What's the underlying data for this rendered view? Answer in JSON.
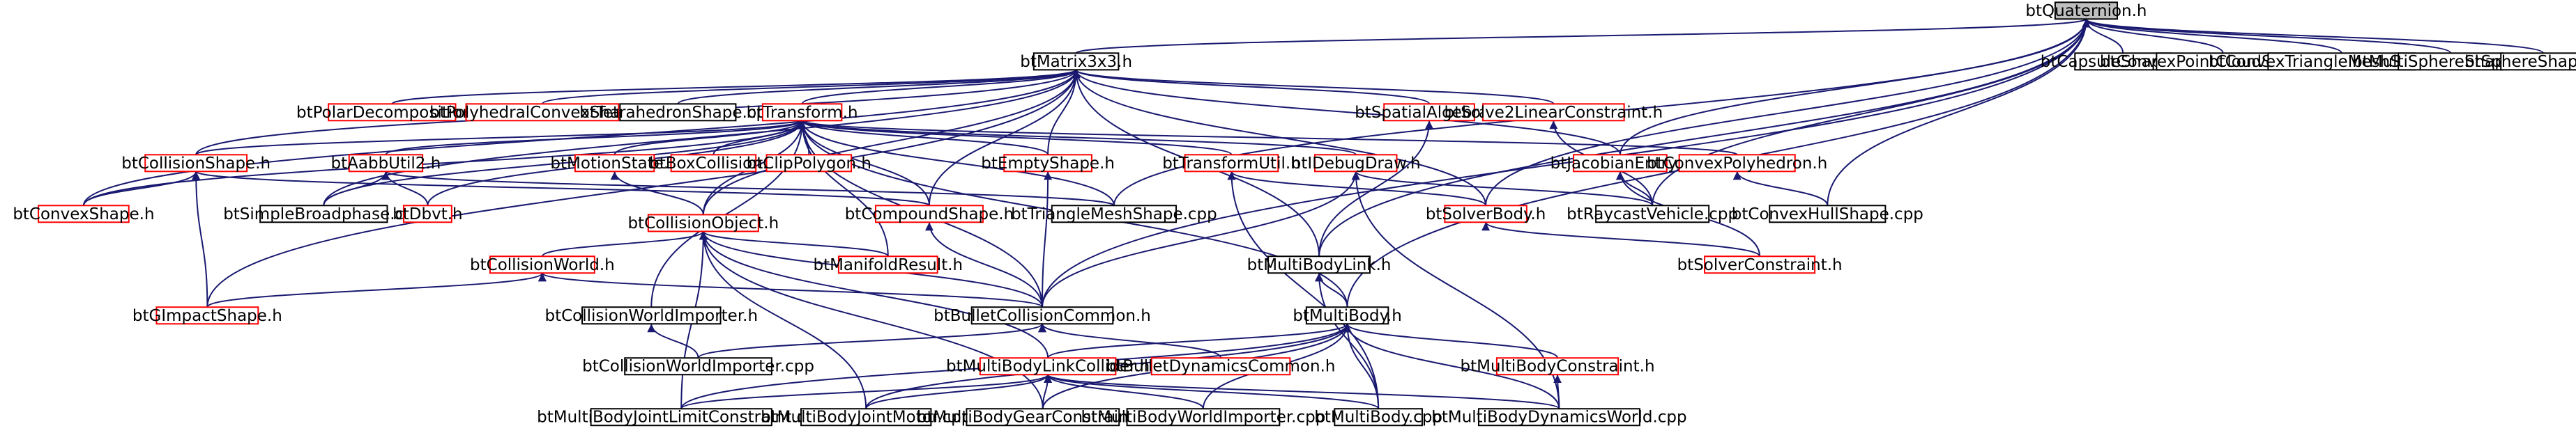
{
  "colors": {
    "edge": "#191970",
    "border_black": "#000000",
    "border_red": "#ff0000",
    "root_fill": "#bfbfbf",
    "background": "#ffffff"
  },
  "nodes": [
    {
      "id": "btQuaternion",
      "label": "btQuaternion.h",
      "border": "black"
    },
    {
      "id": "btMatrix3x3",
      "label": "btMatrix3x3.h",
      "border": "black"
    },
    {
      "id": "btCapsuleShape",
      "label": "btCapsuleShape.cpp",
      "border": "black"
    },
    {
      "id": "btConvexPointCloudShape",
      "label": "btConvexPointCloudShape.cpp",
      "border": "black"
    },
    {
      "id": "btConvexTriangleMeshShape",
      "label": "btConvexTriangleMeshShape.cpp",
      "border": "black"
    },
    {
      "id": "btMultiSphereShape",
      "label": "btMultiSphereShape.cpp",
      "border": "black"
    },
    {
      "id": "btSphereShape",
      "label": "btSphereShape.cpp",
      "border": "black"
    },
    {
      "id": "btPolarDecomposition",
      "label": "btPolarDecomposition.h",
      "border": "red"
    },
    {
      "id": "btPolyhedralConvexShape",
      "label": "btPolyhedralConvexShape.h",
      "border": "red"
    },
    {
      "id": "btTetrahedronShape",
      "label": "btTetrahedronShape.cpp",
      "border": "black"
    },
    {
      "id": "btTransform",
      "label": "btTransform.h",
      "border": "red"
    },
    {
      "id": "btSpatialAlgebra",
      "label": "btSpatialAlgebra.h",
      "border": "red"
    },
    {
      "id": "btSolve2LinearConstraint",
      "label": "btSolve2LinearConstraint.h",
      "border": "red"
    },
    {
      "id": "btCollisionShape",
      "label": "btCollisionShape.h",
      "border": "red"
    },
    {
      "id": "btAabbUtil2",
      "label": "btAabbUtil2.h",
      "border": "red"
    },
    {
      "id": "btMotionState",
      "label": "btMotionState.h",
      "border": "red"
    },
    {
      "id": "btBoxCollision",
      "label": "btBoxCollision.h",
      "border": "red"
    },
    {
      "id": "btClipPolygon",
      "label": "btClipPolygon.h",
      "border": "red"
    },
    {
      "id": "btEmptyShape",
      "label": "btEmptyShape.h",
      "border": "red"
    },
    {
      "id": "btTransformUtil",
      "label": "btTransformUtil.h",
      "border": "red"
    },
    {
      "id": "btIDebugDraw",
      "label": "btIDebugDraw.h",
      "border": "red"
    },
    {
      "id": "btJacobianEntry",
      "label": "btJacobianEntry.h",
      "border": "red"
    },
    {
      "id": "btConvexPolyhedron",
      "label": "btConvexPolyhedron.h",
      "border": "red"
    },
    {
      "id": "btConvexShape",
      "label": "btConvexShape.h",
      "border": "red"
    },
    {
      "id": "btSimpleBroadphase",
      "label": "btSimpleBroadphase.cpp",
      "border": "black"
    },
    {
      "id": "btDbvt",
      "label": "btDbvt.h",
      "border": "red"
    },
    {
      "id": "btCompoundShape",
      "label": "btCompoundShape.h",
      "border": "red"
    },
    {
      "id": "btTriangleMeshShape",
      "label": "btTriangleMeshShape.cpp",
      "border": "black"
    },
    {
      "id": "btSolverBody",
      "label": "btSolverBody.h",
      "border": "red"
    },
    {
      "id": "btRaycastVehicle",
      "label": "btRaycastVehicle.cpp",
      "border": "black"
    },
    {
      "id": "btConvexHullShape",
      "label": "btConvexHullShape.cpp",
      "border": "black"
    },
    {
      "id": "btCollisionObject",
      "label": "btCollisionObject.h",
      "border": "red"
    },
    {
      "id": "btCollisionWorld",
      "label": "btCollisionWorld.h",
      "border": "red"
    },
    {
      "id": "btManifoldResult",
      "label": "btManifoldResult.h",
      "border": "red"
    },
    {
      "id": "btMultiBodyLink",
      "label": "btMultiBodyLink.h",
      "border": "black"
    },
    {
      "id": "btSolverConstraint",
      "label": "btSolverConstraint.h",
      "border": "red"
    },
    {
      "id": "btGImpactShape",
      "label": "btGImpactShape.h",
      "border": "red"
    },
    {
      "id": "btCollisionWorldImporter_h",
      "label": "btCollisionWorldImporter.h",
      "border": "black"
    },
    {
      "id": "btBulletCollisionCommon",
      "label": "btBulletCollisionCommon.h",
      "border": "black"
    },
    {
      "id": "btMultiBody_h",
      "label": "btMultiBody.h",
      "border": "black"
    },
    {
      "id": "btCollisionWorldImporter_cpp",
      "label": "btCollisionWorldImporter.cpp",
      "border": "black"
    },
    {
      "id": "btMultiBodyLinkCollider",
      "label": "btMultiBodyLinkCollider.h",
      "border": "red"
    },
    {
      "id": "btBulletDynamicsCommon",
      "label": "btBulletDynamicsCommon.h",
      "border": "red"
    },
    {
      "id": "btMultiBodyConstraint",
      "label": "btMultiBodyConstraint.h",
      "border": "red"
    },
    {
      "id": "btMultiBodyJointLimitConstraint",
      "label": "btMultiBodyJointLimitConstraint.cpp",
      "border": "black"
    },
    {
      "id": "btMultiBodyJointMotor",
      "label": "btMultiBodyJointMotor.cpp",
      "border": "black"
    },
    {
      "id": "btMultiBodyGearConstraint",
      "label": "btMultiBodyGearConstraint.cpp",
      "border": "black"
    },
    {
      "id": "btMultiBodyWorldImporter",
      "label": "btMultiBodyWorldImporter.cpp",
      "border": "black"
    },
    {
      "id": "btMultiBody_cpp",
      "label": "btMultiBody.cpp",
      "border": "black"
    },
    {
      "id": "btMultiBodyDynamicsWorld",
      "label": "btMultiBodyDynamicsWorld.cpp",
      "border": "black"
    }
  ],
  "edges": [
    [
      "btQuaternion",
      "btMatrix3x3"
    ],
    [
      "btQuaternion",
      "btCapsuleShape"
    ],
    [
      "btQuaternion",
      "btConvexPointCloudShape"
    ],
    [
      "btQuaternion",
      "btConvexTriangleMeshShape"
    ],
    [
      "btQuaternion",
      "btMultiSphereShape"
    ],
    [
      "btQuaternion",
      "btSphereShape"
    ],
    [
      "btQuaternion",
      "btTriangleMeshShape"
    ],
    [
      "btQuaternion",
      "btSolverBody"
    ],
    [
      "btQuaternion",
      "btRaycastVehicle"
    ],
    [
      "btQuaternion",
      "btConvexHullShape"
    ],
    [
      "btQuaternion",
      "btMultiBodyLink"
    ],
    [
      "btQuaternion",
      "btBulletCollisionCommon"
    ],
    [
      "btQuaternion",
      "btMultiBody_h"
    ],
    [
      "btQuaternion",
      "btJacobianEntry"
    ],
    [
      "btMatrix3x3",
      "btPolarDecomposition"
    ],
    [
      "btMatrix3x3",
      "btPolyhedralConvexShape"
    ],
    [
      "btMatrix3x3",
      "btTetrahedronShape"
    ],
    [
      "btMatrix3x3",
      "btTransform"
    ],
    [
      "btMatrix3x3",
      "btSpatialAlgebra"
    ],
    [
      "btMatrix3x3",
      "btSolve2LinearConstraint"
    ],
    [
      "btMatrix3x3",
      "btJacobianEntry"
    ],
    [
      "btMatrix3x3",
      "btCollisionShape"
    ],
    [
      "btMatrix3x3",
      "btConvexShape"
    ],
    [
      "btMatrix3x3",
      "btSimpleBroadphase"
    ],
    [
      "btMatrix3x3",
      "btEmptyShape"
    ],
    [
      "btMatrix3x3",
      "btCompoundShape"
    ],
    [
      "btMatrix3x3",
      "btSolverBody"
    ],
    [
      "btMatrix3x3",
      "btMultiBodyLink"
    ],
    [
      "btMatrix3x3",
      "btGImpactShape"
    ],
    [
      "btMatrix3x3",
      "btCollisionObject"
    ],
    [
      "btTransform",
      "btCollisionShape"
    ],
    [
      "btTransform",
      "btAabbUtil2"
    ],
    [
      "btTransform",
      "btMotionState"
    ],
    [
      "btTransform",
      "btBoxCollision"
    ],
    [
      "btTransform",
      "btClipPolygon"
    ],
    [
      "btTransform",
      "btEmptyShape"
    ],
    [
      "btTransform",
      "btTransformUtil"
    ],
    [
      "btTransform",
      "btIDebugDraw"
    ],
    [
      "btTransform",
      "btConvexPolyhedron"
    ],
    [
      "btTransform",
      "btConvexShape"
    ],
    [
      "btTransform",
      "btSimpleBroadphase"
    ],
    [
      "btTransform",
      "btDbvt"
    ],
    [
      "btTransform",
      "btCompoundShape"
    ],
    [
      "btTransform",
      "btCollisionObject"
    ],
    [
      "btTransform",
      "btManifoldResult"
    ],
    [
      "btTransform",
      "btCollisionWorldImporter_h"
    ],
    [
      "btTransform",
      "btBulletCollisionCommon"
    ],
    [
      "btTransform",
      "btMultiBody_h"
    ],
    [
      "btTransform",
      "btTriangleMeshShape"
    ],
    [
      "btSpatialAlgebra",
      "btMultiBodyLink"
    ],
    [
      "btSolve2LinearConstraint",
      "btRaycastVehicle"
    ],
    [
      "btCollisionShape",
      "btConvexShape"
    ],
    [
      "btCollisionShape",
      "btCompoundShape"
    ],
    [
      "btCollisionShape",
      "btGImpactShape"
    ],
    [
      "btAabbUtil2",
      "btSimpleBroadphase"
    ],
    [
      "btAabbUtil2",
      "btDbvt"
    ],
    [
      "btAabbUtil2",
      "btTriangleMeshShape"
    ],
    [
      "btMotionState",
      "btCollisionObject"
    ],
    [
      "btEmptyShape",
      "btBulletCollisionCommon"
    ],
    [
      "btTransformUtil",
      "btSolverBody"
    ],
    [
      "btTransformUtil",
      "btMultiBody_cpp"
    ],
    [
      "btIDebugDraw",
      "btRaycastVehicle"
    ],
    [
      "btIDebugDraw",
      "btBulletCollisionCommon"
    ],
    [
      "btIDebugDraw",
      "btMultiBodyDynamicsWorld"
    ],
    [
      "btJacobianEntry",
      "btRaycastVehicle"
    ],
    [
      "btJacobianEntry",
      "btSolverConstraint"
    ],
    [
      "btConvexPolyhedron",
      "btConvexHullShape"
    ],
    [
      "btSolverBody",
      "btSolverConstraint"
    ],
    [
      "btCompoundShape",
      "btBulletCollisionCommon"
    ],
    [
      "btCollisionObject",
      "btCollisionWorld"
    ],
    [
      "btCollisionObject",
      "btManifoldResult"
    ],
    [
      "btCollisionObject",
      "btBulletCollisionCommon"
    ],
    [
      "btCollisionObject",
      "btMultiBodyLinkCollider"
    ],
    [
      "btCollisionObject",
      "btMultiBodyJointLimitConstraint"
    ],
    [
      "btCollisionObject",
      "btMultiBodyJointMotor"
    ],
    [
      "btCollisionObject",
      "btMultiBodyGearConstraint"
    ],
    [
      "btCollisionWorld",
      "btGImpactShape"
    ],
    [
      "btCollisionWorld",
      "btBulletCollisionCommon"
    ],
    [
      "btCollisionWorldImporter_h",
      "btCollisionWorldImporter_cpp"
    ],
    [
      "btMultiBodyLink",
      "btMultiBody_h"
    ],
    [
      "btMultiBodyLink",
      "btMultiBody_cpp"
    ],
    [
      "btBulletCollisionCommon",
      "btCollisionWorldImporter_cpp"
    ],
    [
      "btBulletCollisionCommon",
      "btBulletDynamicsCommon"
    ],
    [
      "btMultiBody_h",
      "btMultiBodyLinkCollider"
    ],
    [
      "btMultiBody_h",
      "btMultiBodyConstraint"
    ],
    [
      "btMultiBody_h",
      "btMultiBodyJointLimitConstraint"
    ],
    [
      "btMultiBody_h",
      "btMultiBodyJointMotor"
    ],
    [
      "btMultiBody_h",
      "btMultiBodyGearConstraint"
    ],
    [
      "btMultiBody_h",
      "btMultiBodyWorldImporter"
    ],
    [
      "btMultiBody_h",
      "btMultiBody_cpp"
    ],
    [
      "btMultiBody_h",
      "btMultiBodyDynamicsWorld"
    ],
    [
      "btMultiBodyLinkCollider",
      "btMultiBodyJointLimitConstraint"
    ],
    [
      "btMultiBodyLinkCollider",
      "btMultiBodyJointMotor"
    ],
    [
      "btMultiBodyLinkCollider",
      "btMultiBodyGearConstraint"
    ],
    [
      "btMultiBodyLinkCollider",
      "btMultiBodyWorldImporter"
    ],
    [
      "btMultiBodyLinkCollider",
      "btMultiBody_cpp"
    ],
    [
      "btMultiBodyLinkCollider",
      "btMultiBodyDynamicsWorld"
    ],
    [
      "btMultiBodyConstraint",
      "btMultiBodyDynamicsWorld"
    ]
  ]
}
